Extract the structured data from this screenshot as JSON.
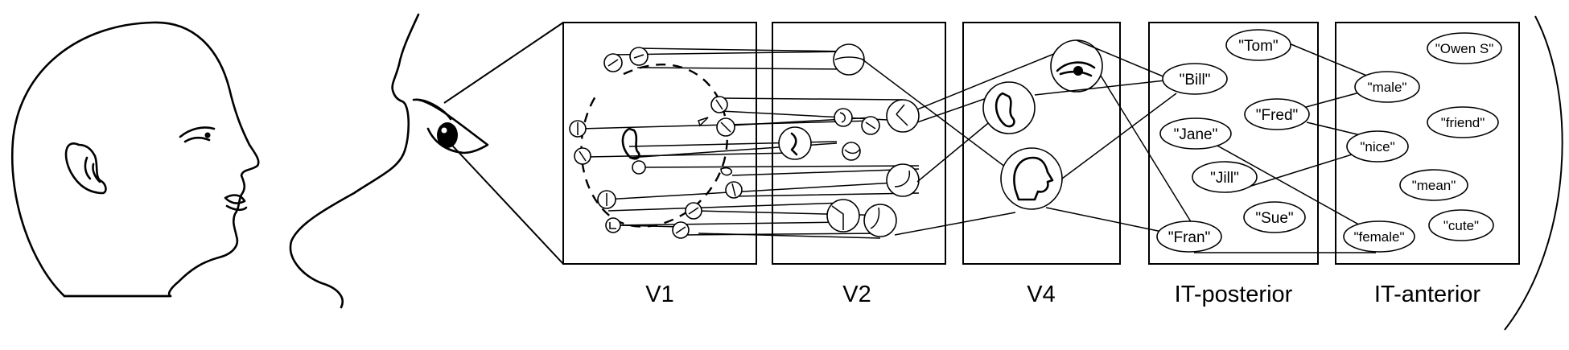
{
  "areas": {
    "v1": "V1",
    "v2": "V2",
    "v4": "V4",
    "it_post": "IT-posterior",
    "it_ant": "IT-anterior"
  },
  "posterior_nodes": [
    "\"Tom\"",
    "\"Bill\"",
    "\"Fred\"",
    "\"Jane\"",
    "\"Jill\"",
    "\"Sue\"",
    "\"Fran\""
  ],
  "anterior_nodes": [
    "\"Owen S\"",
    "\"male\"",
    "\"friend\"",
    "\"nice\"",
    "\"mean\"",
    "\"female\"",
    "\"cute\""
  ]
}
